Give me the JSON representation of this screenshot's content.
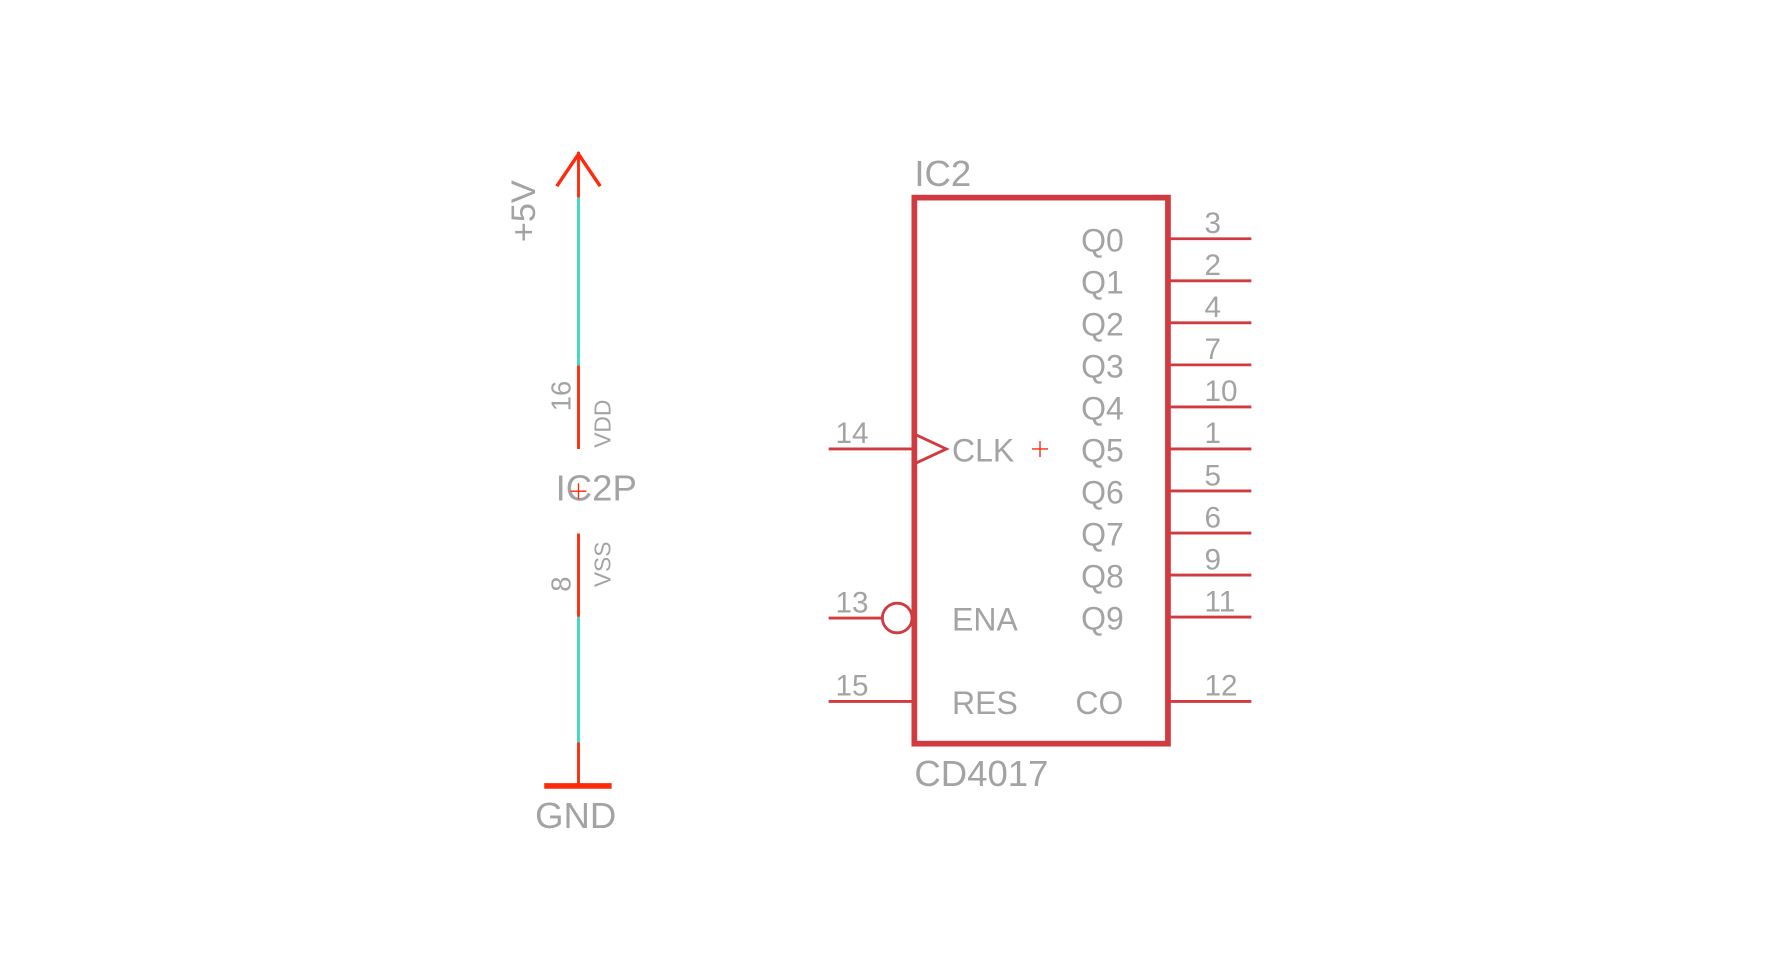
{
  "colors": {
    "symbol": "#d13a3f",
    "supply": "#ff2a0a",
    "net": "#3ad7c2",
    "text": "#a3a3a3"
  },
  "supply": {
    "vcc_label": "+5V",
    "gnd_label": "GND"
  },
  "power_part": {
    "name": "IC2P",
    "vdd_pin": "16",
    "vdd_name": "VDD",
    "vss_pin": "8",
    "vss_name": "VSS"
  },
  "ic": {
    "name": "IC2",
    "value": "CD4017",
    "left_pins": [
      {
        "num": "14",
        "name": "CLK"
      },
      {
        "num": "13",
        "name": "ENA"
      },
      {
        "num": "15",
        "name": "RES"
      }
    ],
    "right_pins": [
      {
        "num": "3",
        "name": "Q0"
      },
      {
        "num": "2",
        "name": "Q1"
      },
      {
        "num": "4",
        "name": "Q2"
      },
      {
        "num": "7",
        "name": "Q3"
      },
      {
        "num": "10",
        "name": "Q4"
      },
      {
        "num": "1",
        "name": "Q5"
      },
      {
        "num": "5",
        "name": "Q6"
      },
      {
        "num": "6",
        "name": "Q7"
      },
      {
        "num": "9",
        "name": "Q8"
      },
      {
        "num": "11",
        "name": "Q9"
      },
      {
        "num": "12",
        "name": "CO"
      }
    ]
  }
}
